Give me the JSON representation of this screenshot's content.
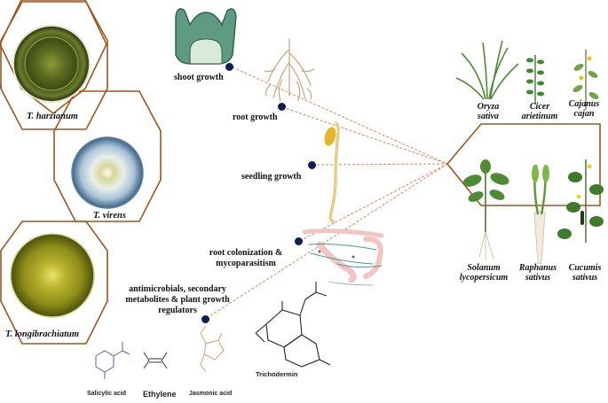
{
  "fungi": [
    {
      "name": "T. harzianum"
    },
    {
      "name": "T. virens"
    },
    {
      "name": "T. longibrachiatum"
    }
  ],
  "effects": [
    {
      "label": "shoot growth"
    },
    {
      "label": "root growth"
    },
    {
      "label": "seedling growth"
    },
    {
      "label_line1": "root colonization &",
      "label_line2": "mycoparasitism"
    },
    {
      "label_line1": "antimicrobials, secondary",
      "label_line2": "metabolites & plant growth",
      "label_line3": "regulators"
    }
  ],
  "plants": [
    {
      "line1": "Oryza",
      "line2": "sativa"
    },
    {
      "line1": "Cicer",
      "line2": "arietinum"
    },
    {
      "line1": "Cajanus",
      "line2": "cajan"
    },
    {
      "line1": "Solanum",
      "line2": "lycopersicum"
    },
    {
      "line1": "Raphanus",
      "line2": "sativus"
    },
    {
      "line1": "Cucumis",
      "line2": "sativus"
    }
  ],
  "chemicals": [
    {
      "name": "Salicylic acid"
    },
    {
      "name": "Ethylene"
    },
    {
      "name": "Jasmonic acid"
    },
    {
      "name": "Trichodermin"
    }
  ],
  "colors": {
    "hex_border": "#a0551f",
    "dashed_line": "#d8895a",
    "dot": "#0f1f4d",
    "seedling": "#e8cc86",
    "shoot_tissue": "#5f9a83",
    "root": "#c9a67e"
  }
}
